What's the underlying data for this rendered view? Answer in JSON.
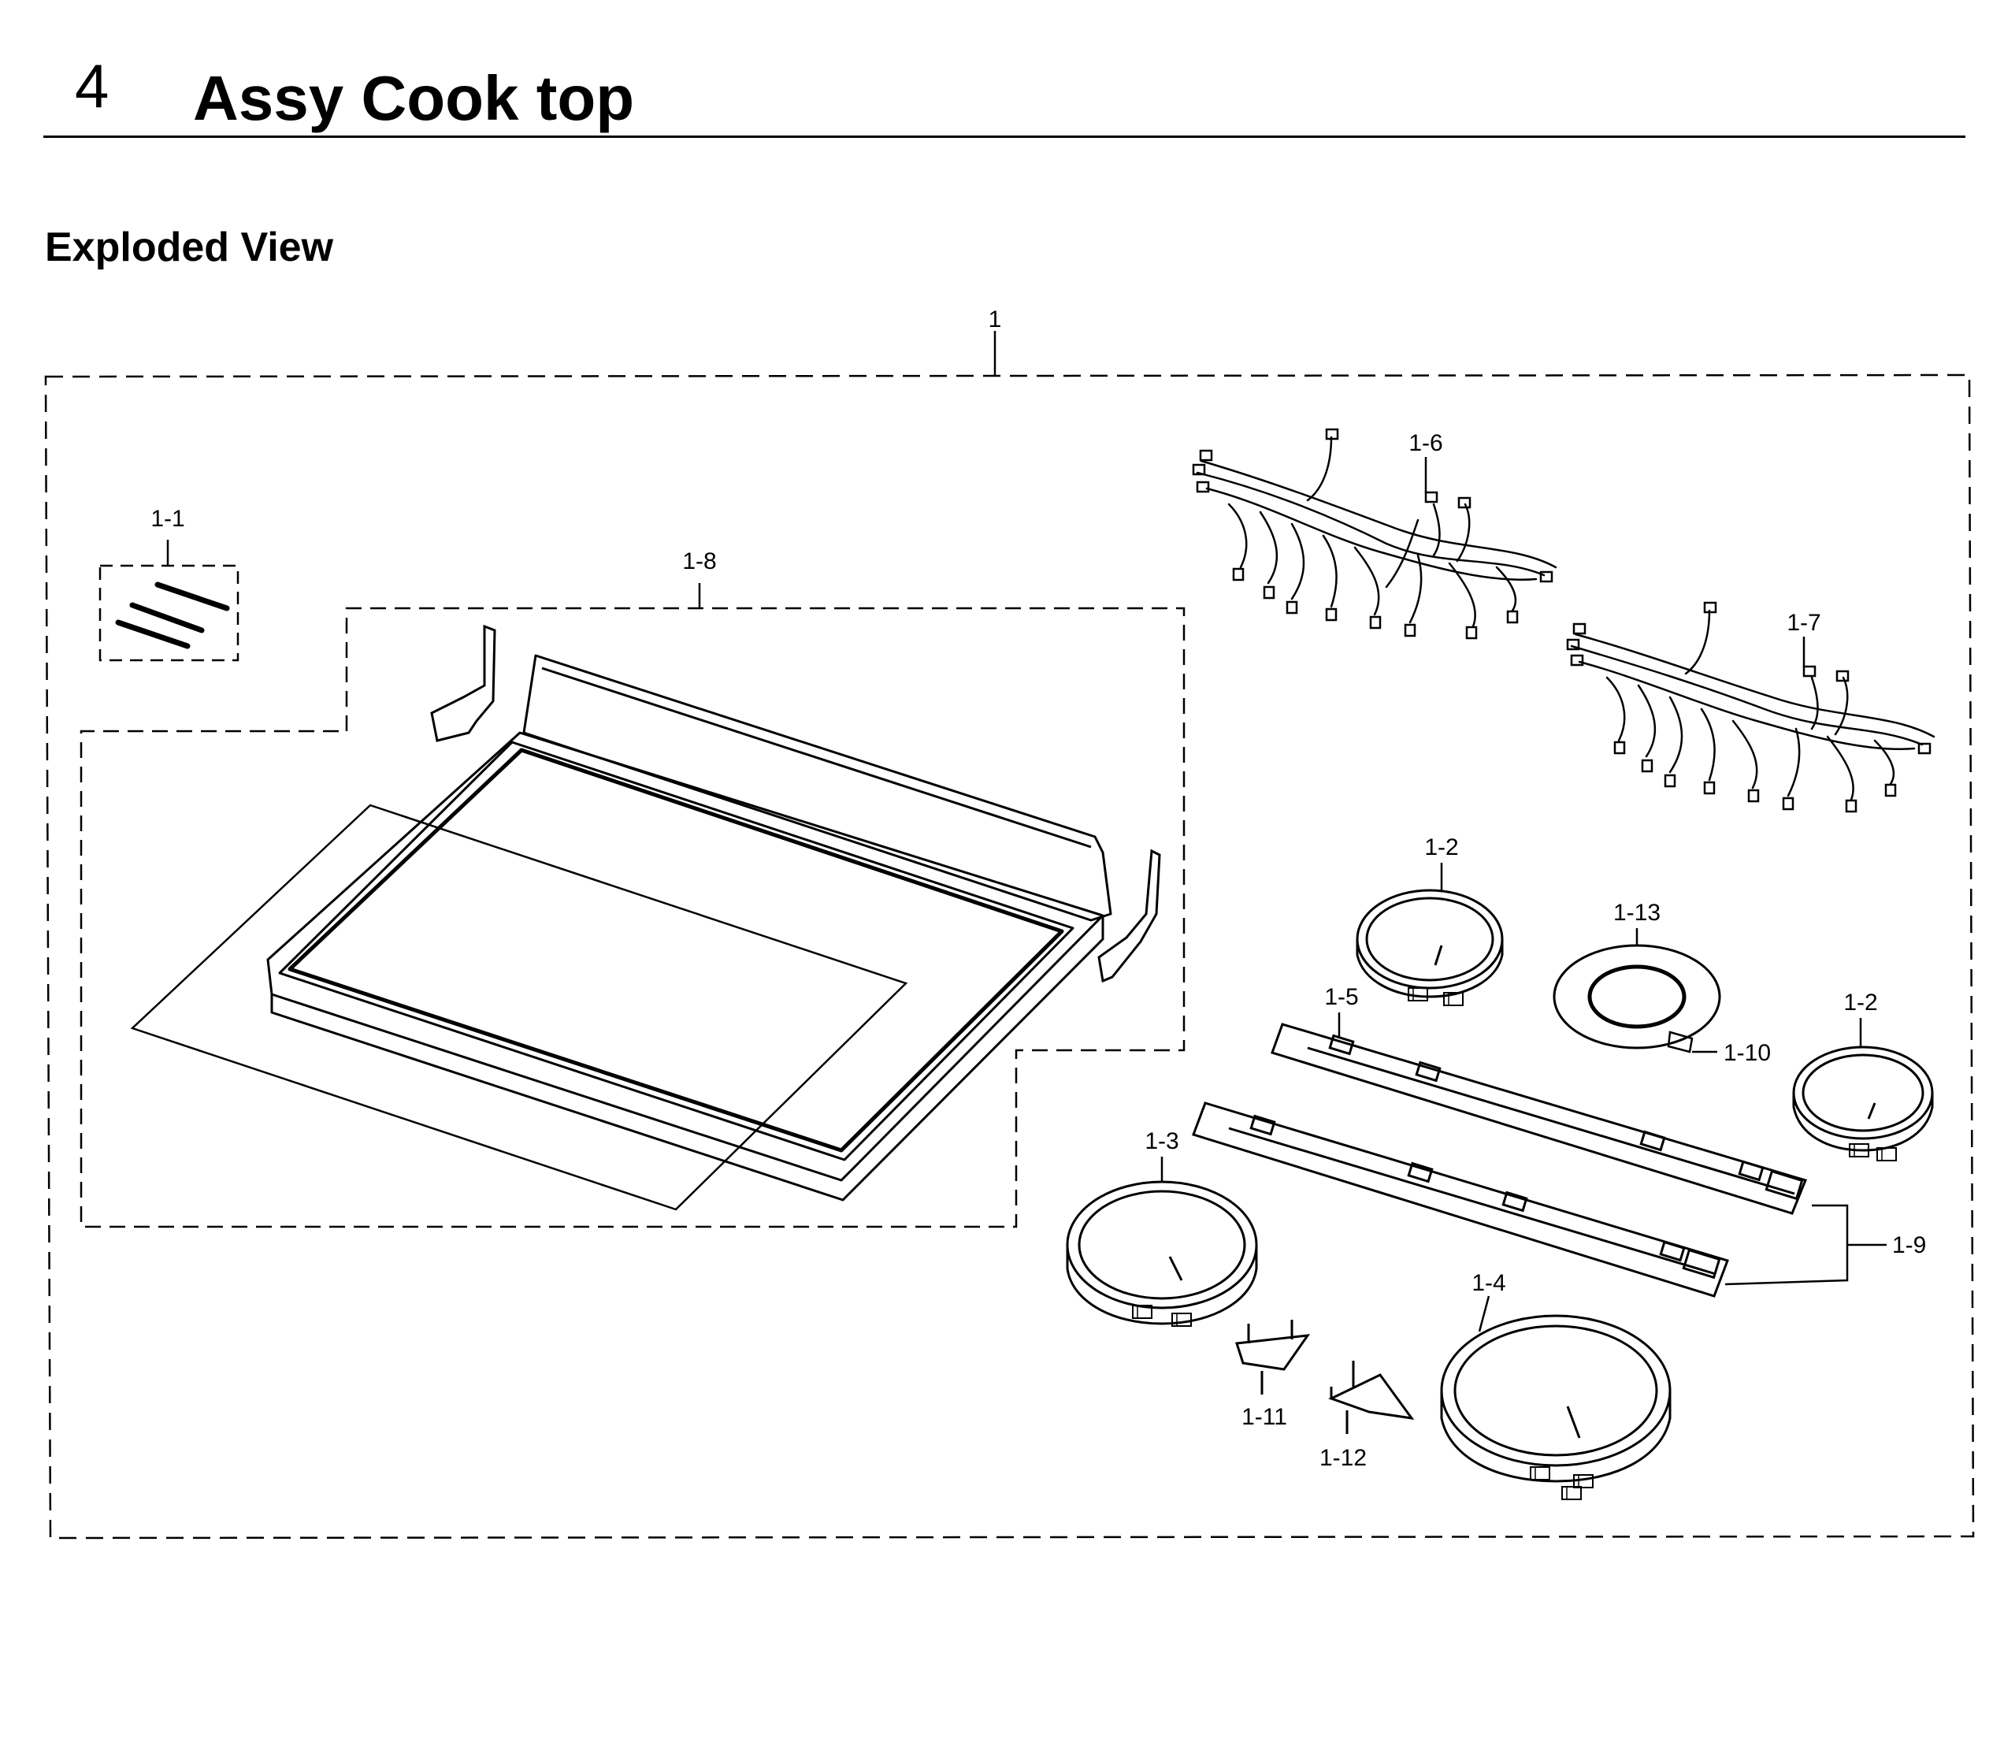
{
  "section": {
    "number": "4",
    "title": "Assy Cook top"
  },
  "subtitle": "Exploded View",
  "parts": {
    "p1": "1",
    "p1_1": "1-1",
    "p1_8": "1-8",
    "p1_6": "1-6",
    "p1_7": "1-7",
    "p1_2a": "1-2",
    "p1_13": "1-13",
    "p1_5": "1-5",
    "p1_10": "1-10",
    "p1_2b": "1-2",
    "p1_3": "1-3",
    "p1_9": "1-9",
    "p1_4": "1-4",
    "p1_11": "1-11",
    "p1_12": "1-12"
  },
  "colors": {
    "ink": "#000000",
    "background": "#ffffff"
  }
}
